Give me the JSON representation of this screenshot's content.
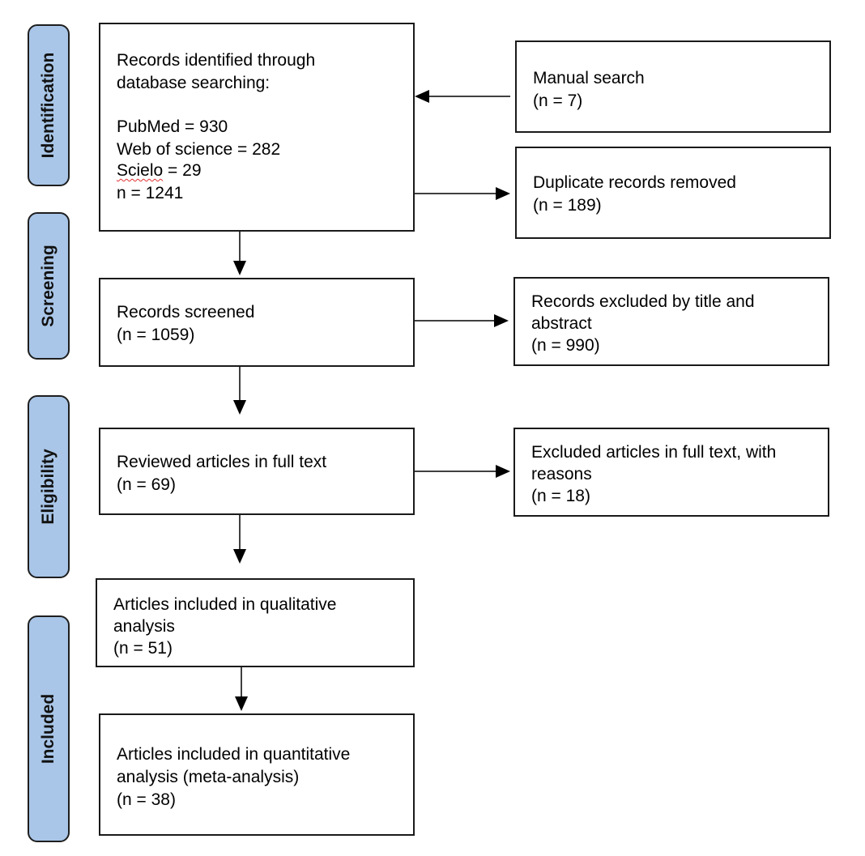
{
  "phases": {
    "identification": "Identification",
    "screening": "Screening",
    "eligibility": "Eligibility",
    "included": "Included"
  },
  "boxes": {
    "identified": {
      "line1": "Records identified through",
      "line2": "database searching:",
      "pubmed": "PubMed = 930",
      "wos": "Web of science = 282",
      "scielo_name": "Scielo",
      "scielo_value": " = 29",
      "total": "n = 1241"
    },
    "manual": {
      "line1": "Manual search",
      "line2": "(n = 7)"
    },
    "duplicates": {
      "line1": "Duplicate records removed",
      "line2": "(n = 189)"
    },
    "screened": {
      "line1": "Records screened",
      "line2": "(n = 1059)"
    },
    "excluded_title": {
      "line1": "Records excluded by title and",
      "line2": "abstract",
      "line3": "(n = 990)"
    },
    "fulltext": {
      "line1": "Reviewed articles in full text",
      "line2": "(n = 69)"
    },
    "excluded_fulltext": {
      "line1": "Excluded articles in full text, with",
      "line2": "reasons",
      "line3": "(n = 18)"
    },
    "qualitative": {
      "line1": "Articles included in qualitative",
      "line2": "analysis",
      "line3": "(n = 51)"
    },
    "quantitative": {
      "line1": "Articles included in quantitative",
      "line2": "analysis (meta-analysis)",
      "line3": "(n = 38)"
    }
  }
}
